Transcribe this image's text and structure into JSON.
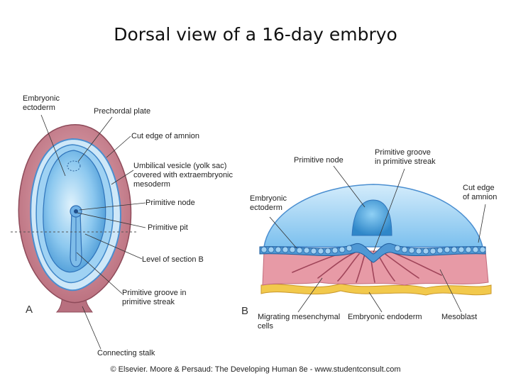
{
  "title": "Dorsal view of a 16-day embryo",
  "panel_a": {
    "letter": "A",
    "labels": {
      "embryonic_ectoderm": [
        "Embryonic",
        "ectoderm"
      ],
      "prechordal_plate": "Prechordal plate",
      "cut_edge_amnion": "Cut edge of amnion",
      "umbilical_vesicle": [
        "Umbilical vesicle (yolk sac)",
        "covered with extraembryonic",
        "mesoderm"
      ],
      "primitive_node": "Primitive node",
      "primitive_pit": "Primitive pit",
      "level_section_b": "Level of section B",
      "primitive_groove": [
        "Primitive groove in",
        "primitive streak"
      ],
      "connecting_stalk": "Connecting stalk"
    }
  },
  "panel_b": {
    "letter": "B",
    "labels": {
      "primitive_node": "Primitive node",
      "primitive_groove": [
        "Primitive groove",
        "in primitive streak"
      ],
      "cut_edge_amnion": [
        "Cut edge",
        "of amnion"
      ],
      "embryonic_ectoderm": [
        "Embryonic",
        "ectoderm"
      ],
      "migrating_cells": [
        "Migrating mesenchymal",
        "cells"
      ],
      "embryonic_endoderm": "Embryonic endoderm",
      "mesoblast": "Mesoblast"
    }
  },
  "credit": "© Elsevier. Moore & Persaud: The Developing Human 8e - www.studentconsult.com",
  "colors": {
    "amnion": "#c98a95",
    "amnion_dark": "#a85a6a",
    "disc_blue": "#6fb8ea",
    "disc_light": "#bfe3f8",
    "streak_blue": "#3c7fc4",
    "mesoderm_pink": "#e79aa6",
    "endoderm_yellow": "#f2c94c"
  }
}
